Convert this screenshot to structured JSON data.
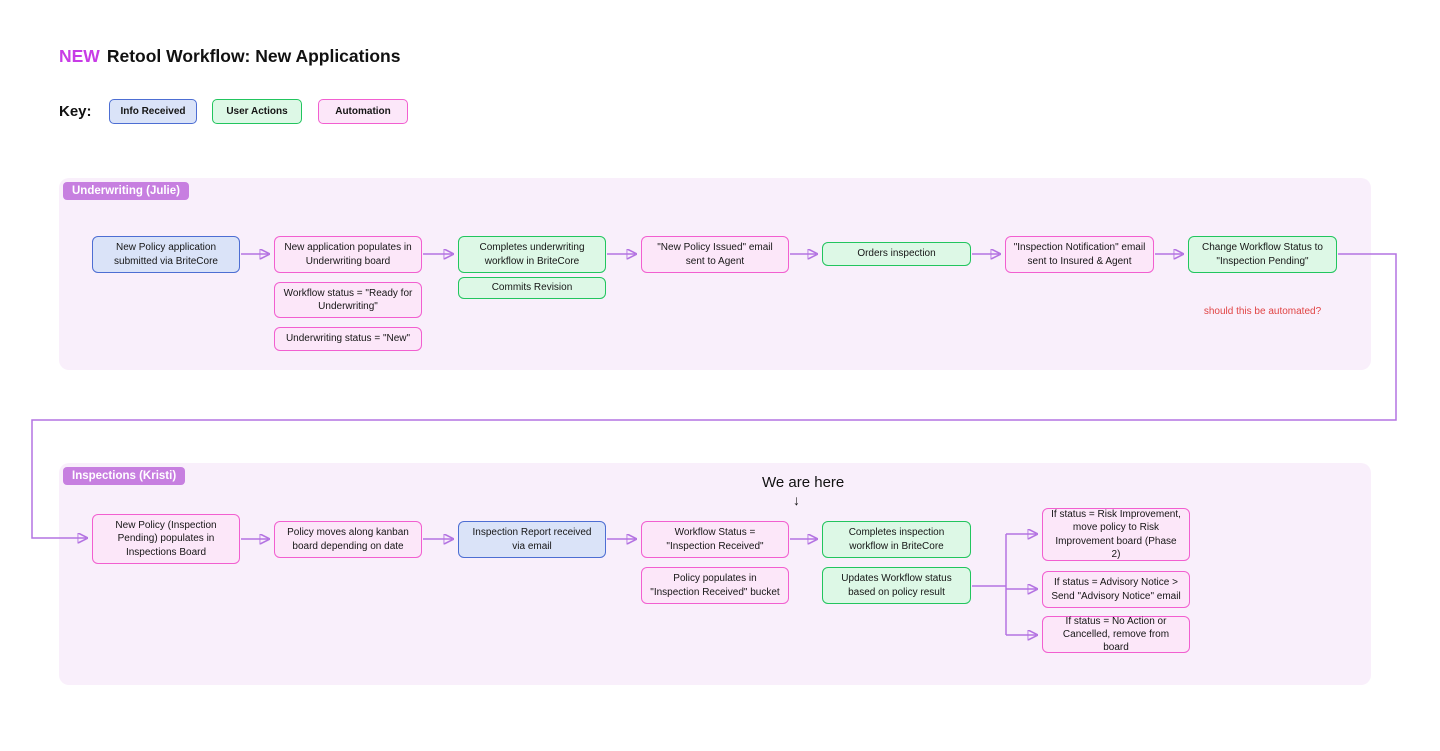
{
  "title": {
    "badge": "NEW",
    "text": "Retool Workflow: New Applications"
  },
  "legend": {
    "label": "Key:",
    "items": [
      {
        "label": "Info Received",
        "type": "info"
      },
      {
        "label": "User Actions",
        "type": "user"
      },
      {
        "label": "Automation",
        "type": "automation"
      }
    ]
  },
  "colors": {
    "accent": "#c83ce6",
    "info_fill": "#dae3f8",
    "info_border": "#4d6ed3",
    "user_fill": "#ddf8e6",
    "user_border": "#22c55e",
    "automation_fill": "#fce7f9",
    "automation_border": "#f25fd0",
    "lane_bg": "#f9effb",
    "lane_label_bg": "#c77fe0",
    "connector": "#b473e2",
    "note_red": "#e14444"
  },
  "sections": [
    {
      "label": "Underwriting (Julie)",
      "nodes": {
        "policy_submitted": "New Policy application submitted via BriteCore",
        "populates_board": "New application populates in Underwriting board",
        "workflow_ready": "Workflow status = \"Ready for Underwriting\"",
        "underwriting_new": "Underwriting status = \"New\"",
        "completes_workflow": "Completes underwriting workflow in BriteCore",
        "commits_revision": "Commits Revision",
        "policy_issued_email": "\"New Policy Issued\" email sent to Agent",
        "orders_inspection": "Orders inspection",
        "inspection_notification_email": "\"Inspection Notification\" email sent to Insured & Agent",
        "change_status": "Change Workflow Status to \"Inspection Pending\"",
        "note": "should this be automated?"
      }
    },
    {
      "label": "Inspections (Kristi)",
      "annotation": "We are here",
      "annotation_arrow": "↓",
      "nodes": {
        "populates_inspections": "New Policy (Inspection Pending) populates in Inspections Board",
        "kanban_moves": "Policy moves along kanban board depending on date",
        "report_received": "Inspection Report received via email",
        "status_received": "Workflow Status = \"Inspection Received\"",
        "populates_bucket": "Policy populates in \"Inspection Received\" bucket",
        "completes_inspection": "Completes inspection workflow in BriteCore",
        "updates_status": "Updates Workflow status based on policy result",
        "risk_improvement": "If status = Risk Improvement, move policy to Risk Improvement board (Phase 2)",
        "advisory_notice": "If status = Advisory Notice > Send \"Advisory Notice\" email",
        "no_action": "If status = No Action or Cancelled, remove from board"
      }
    }
  ]
}
